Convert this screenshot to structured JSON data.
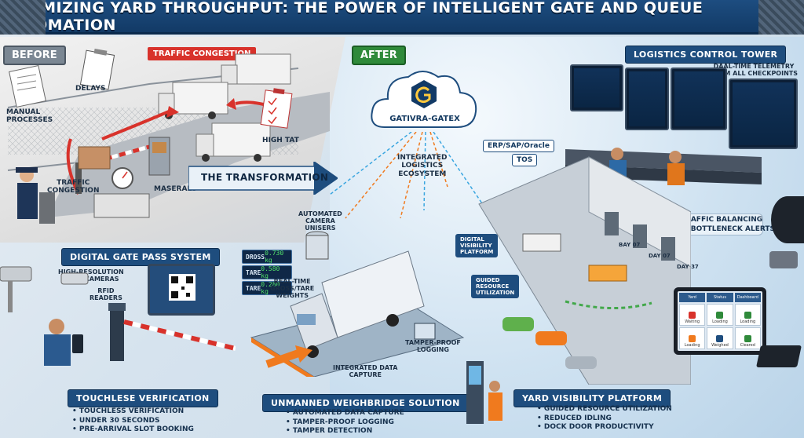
{
  "title": "OPTIMIZING YARD THROUGHPUT: THE POWER OF INTELLIGENT GATE AND QUEUE AUTOMATION",
  "before": {
    "tag": "BEFORE",
    "traffic_congestion": "TRAFFIC CONGESTION",
    "delays": "DELAYS",
    "manual_processes": "MANUAL\nPROCESSES",
    "high_tat": "HIGH TAT",
    "traffic_congestion_2": "TRAFFIC\nCONGESTION",
    "maserals": "MASERALS"
  },
  "transformation": "THE TRANSFORMATION",
  "after": {
    "tag": "AFTER",
    "cloud_name": "GATIVRA-GATEX",
    "ecosystem": "INTEGRATED\nLOGISTICS\nECOSYSTEM",
    "erp": "ERP/SAP/Oracle",
    "tos": "TOS"
  },
  "control_tower": {
    "title": "LOGISTICS CONTROL TOWER",
    "telemetry": "DAAL-TIME TELEMETRY\nFROM ALL CHECKPOINTS",
    "bullets": [
      "DYNAMIC TRAFFIC BALANCING",
      "PREDICTIVE BOTTLENECK ALERTS"
    ]
  },
  "gate_pass": {
    "title": "DIGITAL GATE PASS SYSTEM",
    "anpr": "HIGH-RESOLUTION\nANPR CAMERAS",
    "rfid": "RFID\nREADERS"
  },
  "weighbridge": {
    "cameras": "AUTOMATED\nCAMERA\nUNISERS",
    "rows": [
      {
        "k": "DROSS",
        "v": "0.730 kg"
      },
      {
        "k": "TARE",
        "v": "0.580 kg"
      },
      {
        "k": "TARE",
        "v": "0.280 kg"
      }
    ],
    "realtime": "REAL-TIME\nGROSS/TARE\nWEIGHTS",
    "tamper": "TAMPER-PROOF\nLOGGING",
    "capture": "INTEGRATED DATA\nCAPTURE",
    "title": "UNMANNED WEIGHBRIDGE SOLUTION",
    "bullets": [
      "AUTOMATED DATA CAPTURE",
      "TAMPER-PROOF LOGGING",
      "TAMPER DETECTION"
    ]
  },
  "touchless": {
    "title": "TOUCHLESE VERIFICATION",
    "bullets": [
      "TOUCHLESS VERIFICATION",
      "UNDER 30 SECONDS",
      "PRE-ARRIVAL SLOT BOOKING"
    ]
  },
  "yard": {
    "sign1": "DIGITAL\nVISIBILITY\nPLATFORM",
    "sign2": "GUIDED\nRESOURCE\nUTILIZATION",
    "title": "YARD VISIBILITY PLATFORM",
    "bullets": [
      "GUIDED RESOURCE UTILIZATION",
      "REDUCED IDLING",
      "DOCK DOOR PRODUCTIVITY"
    ],
    "bays": [
      "BAY 07",
      "DAY 07",
      "DAY 37"
    ]
  },
  "tablet": {
    "headers": [
      "Yard",
      "Status",
      "Dashboard"
    ],
    "cells": [
      "Waiting",
      "Loading",
      "Loading",
      "Loading",
      "Weighed",
      "Cleared"
    ]
  },
  "colors": {
    "primary": "#1e4d7e",
    "accent_red": "#d8322b",
    "accent_green": "#2f8a3a",
    "accent_orange": "#f07a1e"
  }
}
